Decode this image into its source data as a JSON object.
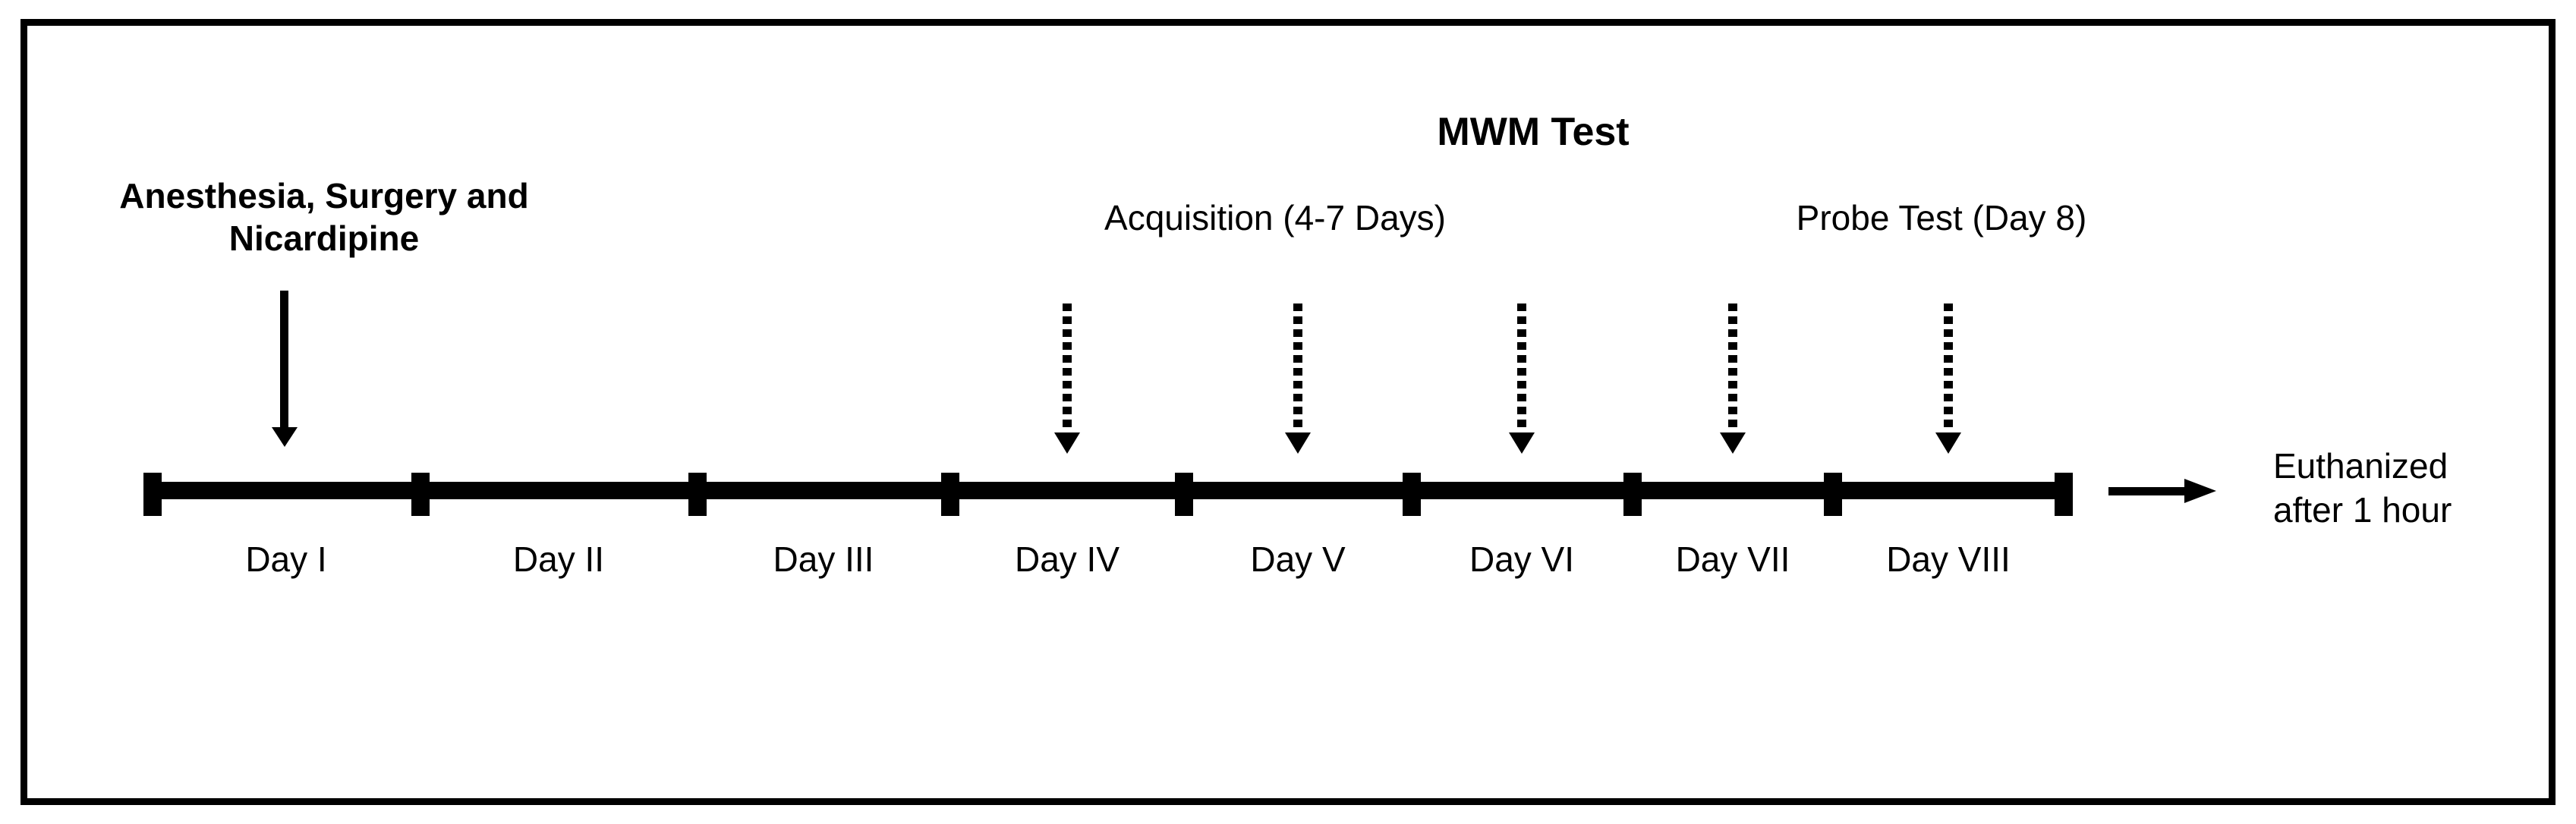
{
  "figure": {
    "title": "MWM Test",
    "colors": {
      "ink": "#000000",
      "background": "#ffffff"
    },
    "annotations": {
      "surgery_line1": "Anesthesia, Surgery and",
      "surgery_line2": "Nicardipine",
      "acquisition": "Acquisition (4-7 Days)",
      "probe": "Probe Test (Day 8)",
      "euthanized_line1": "Euthanized",
      "euthanized_line2": "after 1 hour"
    },
    "timeline": {
      "days": [
        {
          "label": "Day I"
        },
        {
          "label": "Day II"
        },
        {
          "label": "Day III"
        },
        {
          "label": "Day IV"
        },
        {
          "label": "Day V"
        },
        {
          "label": "Day VI"
        },
        {
          "label": "Day VII"
        },
        {
          "label": "Day VIII"
        }
      ],
      "solid_arrow_day": "Day I",
      "dotted_arrow_days": [
        "Day IV",
        "Day V",
        "Day VI",
        "Day VII",
        "Day VIII"
      ]
    }
  }
}
